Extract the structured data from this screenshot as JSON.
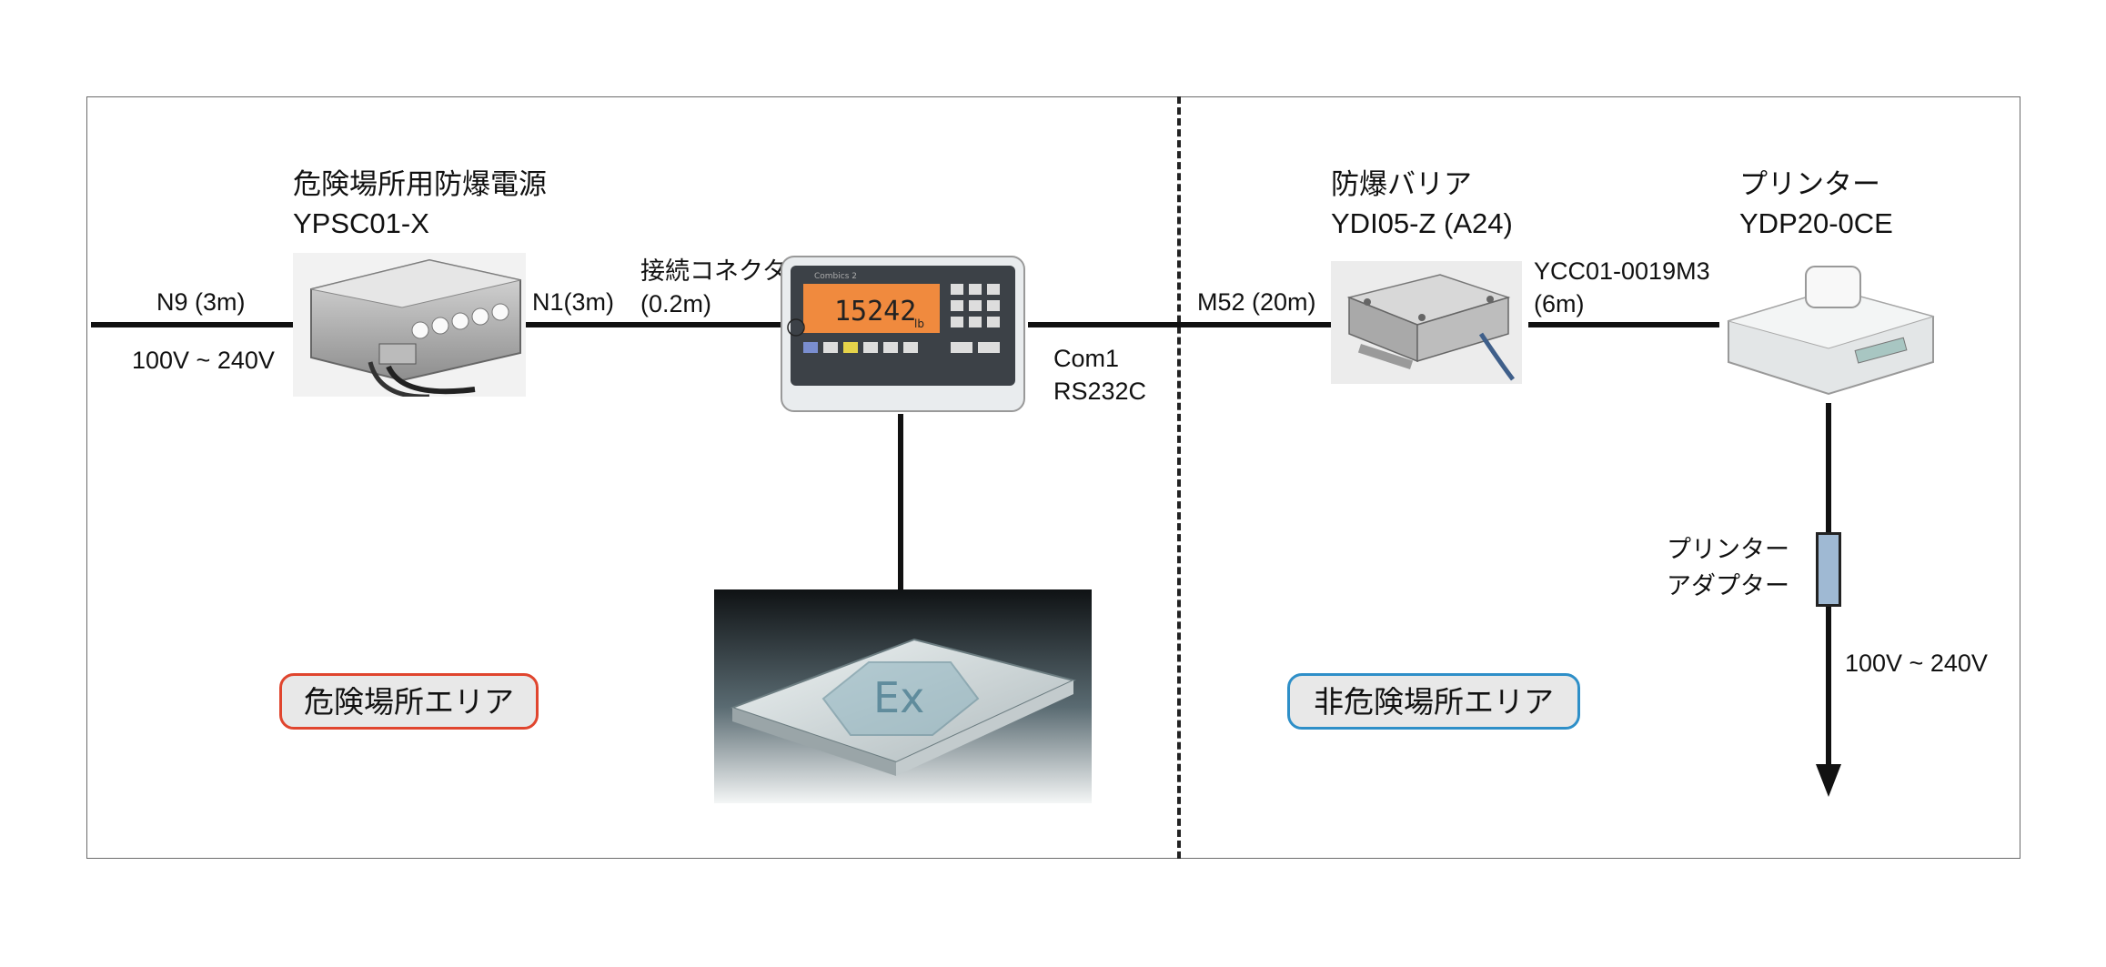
{
  "devices": {
    "power_supply": {
      "title": "危険場所用防爆電源",
      "model": "YPSC01-X"
    },
    "barrier": {
      "title": "防爆バリア",
      "model": "YDI05-Z (A24)"
    },
    "printer": {
      "title": "プリンター",
      "model": "YDP20-0CE"
    },
    "adapter": {
      "line1": "プリンター",
      "line2": "アダプター"
    },
    "indicator": {
      "brand": "Combics 2",
      "reading": "15242",
      "unit": "lb"
    }
  },
  "cables": {
    "n9": "N9 (3m)",
    "n1": "N1(3m)",
    "connector_title": "接続コネクタ",
    "connector_length": "(0.2m)",
    "com1": "Com1",
    "rs232c": "RS232C",
    "m52": "M52 (20m)",
    "ycc_model": "YCC01-0019M3",
    "ycc_length": "(6m)"
  },
  "power": {
    "input_left": "100V ~ 240V",
    "input_right": "100V ~ 240V"
  },
  "areas": {
    "hazard": {
      "label": "危険場所エリア",
      "color": "#e0452e"
    },
    "non_hazard": {
      "label": "非危険場所エリア",
      "color": "#2e8fc8"
    }
  },
  "colors": {
    "adapter_fill": "#9fb9d3"
  }
}
